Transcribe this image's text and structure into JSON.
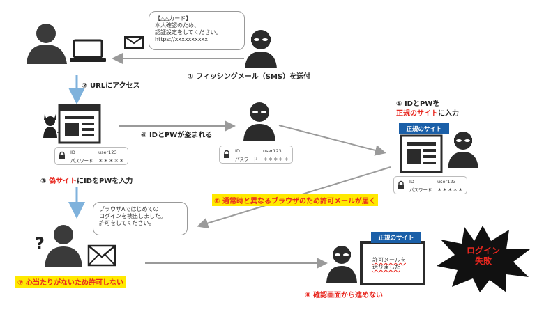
{
  "sms_bubble": "【△△カード】\n本人確認のため、\n認証設定をしてください。\nhttps://xxxxxxxxxx",
  "step1": "① フィッシングメール（SMS）を送付",
  "step2": "② URLにアクセス",
  "step3": {
    "num": "③ ",
    "red": "偽サイト",
    "rest": "にIDをPWを入力"
  },
  "step4": "④ IDとPWが盗まれる",
  "step5": {
    "line1": "⑤ IDとPWを",
    "red": "正規のサイト",
    "rest": "に入力"
  },
  "step6": "⑥ 通常時と異なるブラウザのため許可メールが届く",
  "step7": "⑦ 心当たりがないため許可しない",
  "step8": "⑧ 確認画面から進めない",
  "notify_bubble": "ブラウザAではじめての\nログインを検出しました。\n許可をしてください。",
  "official_site_label": "正規のサイト",
  "permit_screen_text": "許可メールを\n送りました",
  "login_fail": "ログイン\n失敗",
  "question_mark": "?",
  "credentials": {
    "id_key": "ID",
    "id_val": "user123",
    "pw_key": "パスワード",
    "pw_val": "＊＊＊＊＊"
  },
  "colors": {
    "arrow_blue": "#7fb2dc",
    "arrow_gray": "#9a9a9a",
    "accent_red": "#e8271f",
    "tag_blue": "#1a5fa8",
    "highlight": "#ffe900",
    "burst": "#111111"
  }
}
